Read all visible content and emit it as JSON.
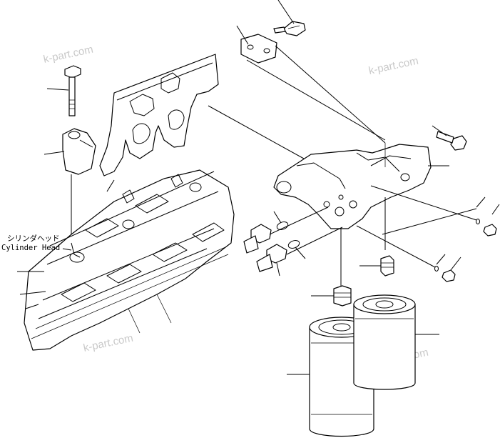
{
  "labels": {
    "cylinder_head_jp": "シリンダヘッド",
    "cylinder_head_en": "Cylinder Head"
  },
  "watermark": "k-part.com",
  "colors": {
    "line": "#000000",
    "background": "#ffffff",
    "watermark": "#c9c9c9"
  }
}
